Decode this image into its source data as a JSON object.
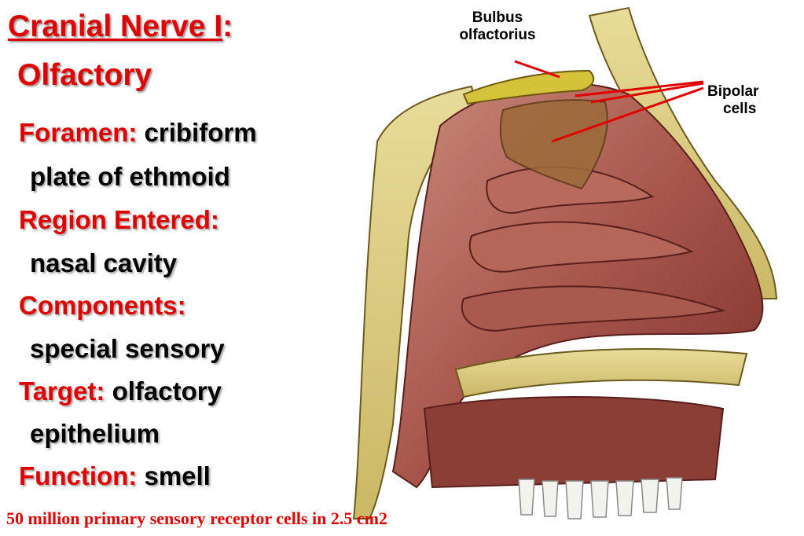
{
  "title": {
    "main": "Cranial Nerve I",
    "colon": ":",
    "sub": "Olfactory"
  },
  "facts": [
    {
      "label": "Foramen:",
      "value": "cribiform",
      "cont": "plate of ethmoid"
    },
    {
      "label": "Region Entered:",
      "cont": "nasal cavity"
    },
    {
      "label": "Components:",
      "cont": "special sensory"
    },
    {
      "label": "Target:",
      "value": "olfactory",
      "cont": "epithelium"
    },
    {
      "label": "Function:",
      "value": "smell"
    }
  ],
  "annotations": {
    "bulbus_line1": "Bulbus",
    "bulbus_line2": "olfactorius",
    "bipolar_line1": "Bipolar",
    "bipolar_line2": "cells"
  },
  "footer": "50 million primary sensory receptor cells in 2.5 cm2",
  "colors": {
    "accent": "#e00000",
    "text": "#000000",
    "pointer": "#e00000"
  }
}
